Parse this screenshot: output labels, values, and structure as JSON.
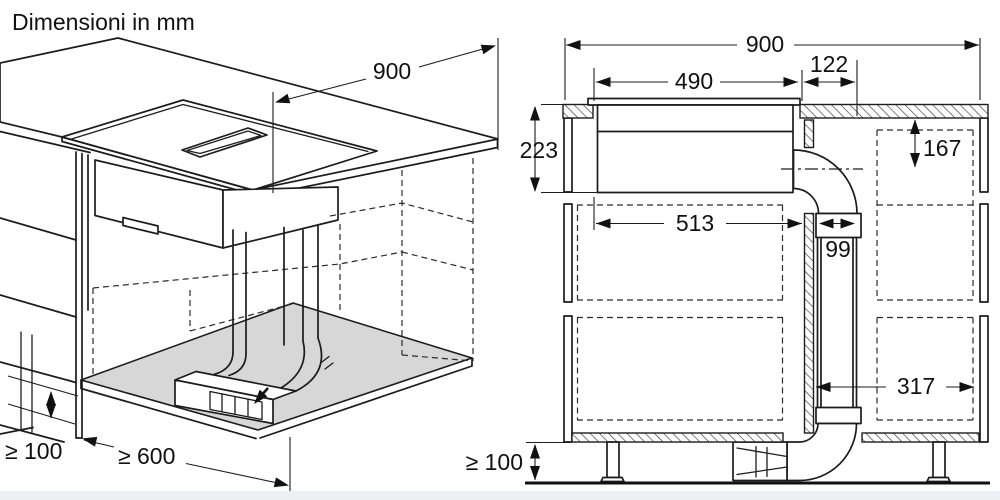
{
  "title": "Dimensioni in mm",
  "colors": {
    "line": "#1c1c1c",
    "panel_gray": "#d7d7d7",
    "footer_strip": "#ecf0f3",
    "background": "#ffffff"
  },
  "isometric_view": {
    "dimensions": {
      "hob_width": "900",
      "plinth_height_min": "≥ 100",
      "cabinet_depth_min": "≥ 600"
    }
  },
  "section_view": {
    "dimensions": {
      "worktop_width": "900",
      "cutout_width": "490",
      "duct_offset_right": "122",
      "installation_depth": "223",
      "duct_axis_below_worktop": "167",
      "cutout_to_duct": "513",
      "duct_width": "99",
      "duct_to_right_edge": "317",
      "plinth_height_min": "≥ 100"
    }
  }
}
